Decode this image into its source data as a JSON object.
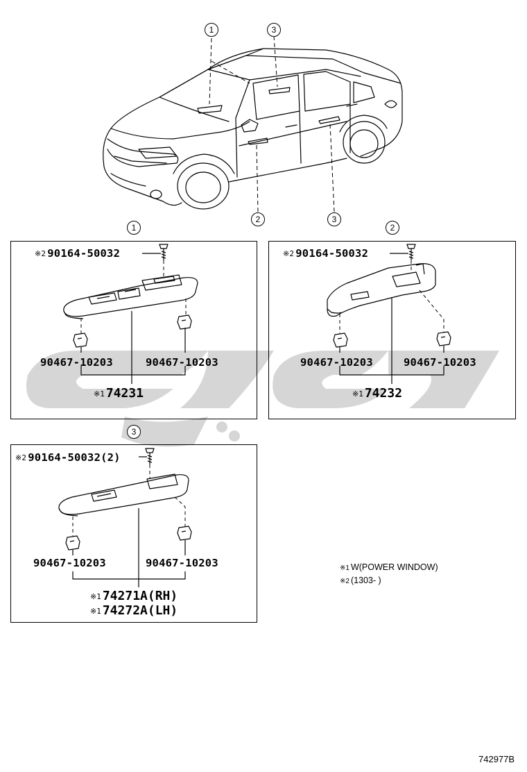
{
  "callouts": {
    "top_1": "1",
    "top_3": "3",
    "bottom_2": "2",
    "bottom_3": "3",
    "panel1": "1",
    "panel2": "2",
    "panel3": "3"
  },
  "panel1": {
    "screw_mark": "※2",
    "screw_part": "90164-50032",
    "clip_left": "90467-10203",
    "clip_right": "90467-10203",
    "main_mark": "※1",
    "main_part": "74231"
  },
  "panel2": {
    "screw_mark": "※2",
    "screw_part": "90164-50032",
    "clip_left": "90467-10203",
    "clip_right": "90467-10203",
    "main_mark": "※1",
    "main_part": "74232"
  },
  "panel3": {
    "screw_mark": "※2",
    "screw_part": "90164-50032(2)",
    "clip_left": "90467-10203",
    "clip_right": "90467-10203",
    "main_mark_rh": "※1",
    "main_part_rh": "74271A(RH)",
    "main_mark_lh": "※1",
    "main_part_lh": "74272A(LH)"
  },
  "notes": {
    "note1_mark": "※1",
    "note1_text": "W(POWER WINDOW)",
    "note2_mark": "※2",
    "note2_text": "(1303-      )"
  },
  "figure_id": "742977B",
  "watermark_color": "#c8c8c8"
}
